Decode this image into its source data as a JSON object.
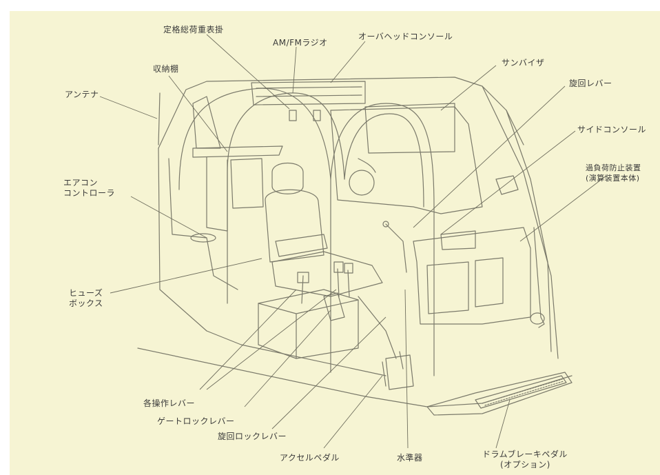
{
  "labels": {
    "rated_load_display": "定格総荷重表掛",
    "radio": "AM/FMラジオ",
    "overhead_console": "オーバヘッドコンソール",
    "storage_shelf": "収納棚",
    "sun_visor": "サンバイザ",
    "antenna": "アンテナ",
    "swing_lever": "旋回レバー",
    "side_console": "サイドコンソール",
    "overload_prevention_line1": "過負荷防止装置",
    "overload_prevention_line2": "(演算装置本体)",
    "aircon_line1": "エアコン",
    "aircon_line2": "コントローラ",
    "fuse_line1": "ヒューズ",
    "fuse_line2": "ボックス",
    "operating_levers": "各操作レバー",
    "gate_lock_lever": "ゲートロックレバー",
    "swing_lock_lever": "旋回ロックレバー",
    "accelerator_pedal": "アクセルペダル",
    "level_gauge": "水準器",
    "drum_brake_line1": "ドラムブレーキペダル",
    "drum_brake_line2": "(オプション)"
  },
  "colors": {
    "background": "#f6f4d3",
    "line": "#6f6e5e",
    "text": "#3a3a3a"
  }
}
